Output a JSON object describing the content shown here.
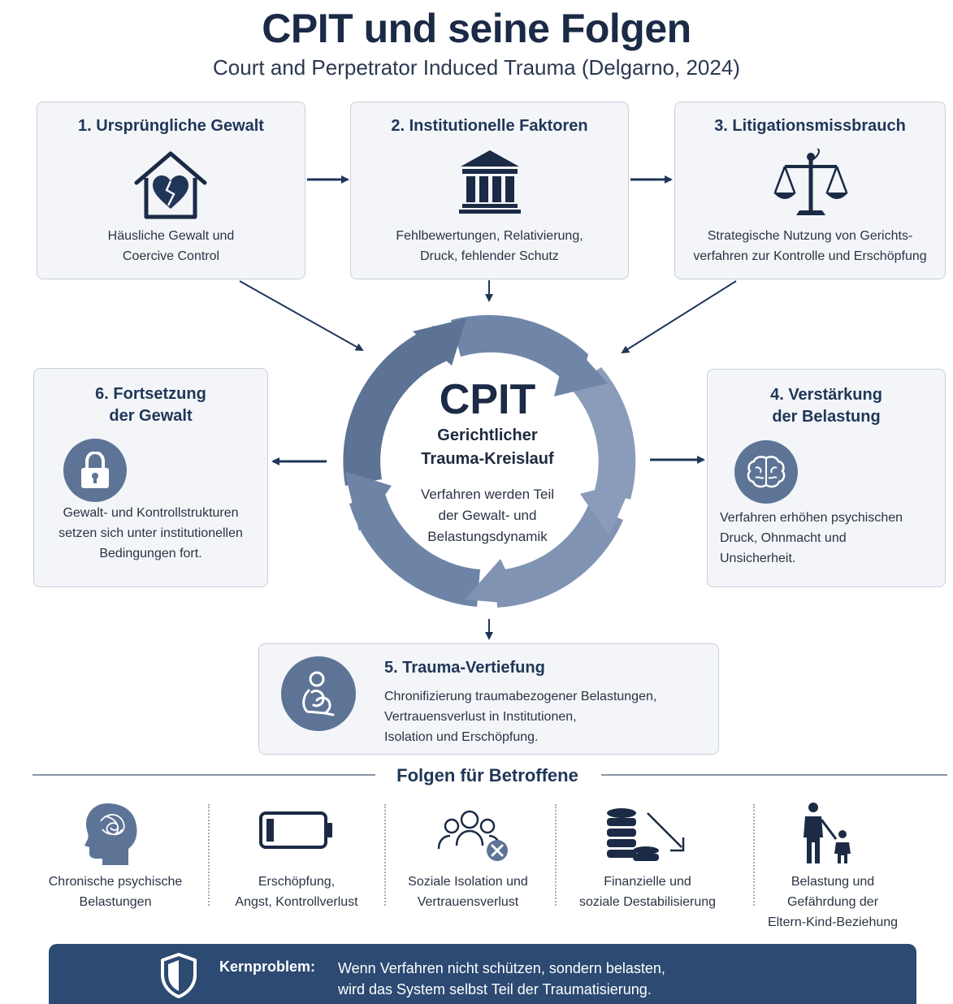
{
  "header": {
    "title": "CPIT und seine Folgen",
    "subtitle": "Court and Perpetrator Induced Trauma (Delgarno, 2024)"
  },
  "steps": [
    {
      "title": "1. Ursprüngliche Gewalt",
      "text_line1": "Häusliche Gewalt und",
      "text_line2": "Coercive Control",
      "icon": "house-broken-heart-icon"
    },
    {
      "title": "2. Institutionelle Faktoren",
      "text_line1": "Fehlbewertungen, Relativierung,",
      "text_line2": "Druck, fehlender Schutz",
      "icon": "courthouse-icon"
    },
    {
      "title": "3. Litigationsmissbrauch",
      "text_line1": "Strategische Nutzung von Gerichts-",
      "text_line2": "verfahren zur Kontrolle und Erschöpfung",
      "icon": "scales-icon"
    },
    {
      "title_line1": "4. Verstärkung",
      "title_line2": "der Belastung",
      "text_line1": "Verfahren erhöhen psychischen",
      "text_line2": "Druck, Ohnmacht und",
      "text_line3": "Unsicherheit.",
      "icon": "brain-icon"
    },
    {
      "title": "5. Trauma-Vertiefung",
      "text_line1": "Chronifizierung traumabezogener Belastungen,",
      "text_line2": "Vertrauensverlust in Institutionen,",
      "text_line3": "Isolation und Erschöpfung.",
      "icon": "huddled-person-icon"
    },
    {
      "title_line1": "6. Fortsetzung",
      "title_line2": "der Gewalt",
      "text_line1": "Gewalt- und Kontrollstrukturen",
      "text_line2": "setzen sich unter institutionellen",
      "text_line3": "Bedingungen fort.",
      "icon": "lock-icon"
    }
  ],
  "center": {
    "title": "CPIT",
    "subtitle_line1": "Gerichtlicher",
    "subtitle_line2": "Trauma-Kreislauf",
    "text_line1": "Verfahren werden Teil",
    "text_line2": "der Gewalt- und",
    "text_line3": "Belastungsdynamik"
  },
  "consequences": {
    "title": "Folgen für Betroffene",
    "items": [
      {
        "line1": "Chronische psychische",
        "line2": "Belastungen",
        "icon": "tangled-head-icon"
      },
      {
        "line1": "Erschöpfung,",
        "line2": "Angst, Kontrollverlust",
        "icon": "low-battery-icon"
      },
      {
        "line1": "Soziale Isolation und",
        "line2": "Vertrauensverlust",
        "icon": "group-remove-icon"
      },
      {
        "line1": "Finanzielle und",
        "line2": "soziale Destabilisierung",
        "icon": "coins-decline-icon"
      },
      {
        "line1": "Belastung und",
        "line2": "Gefährdung der",
        "line3": "Eltern-Kind-Beziehung",
        "icon": "parent-child-icon"
      }
    ]
  },
  "banner": {
    "label": "Kernproblem:",
    "text_line1": "Wenn Verfahren nicht schützen, sondern belasten,",
    "text_line2": "wird das System selbst Teil der Traumatisierung.",
    "icon": "shield-icon"
  },
  "colors": {
    "navy": "#1b2a45",
    "accent_blue": "#5d7497",
    "banner": "#2c4a72",
    "card_bg": "#f3f5f8"
  }
}
